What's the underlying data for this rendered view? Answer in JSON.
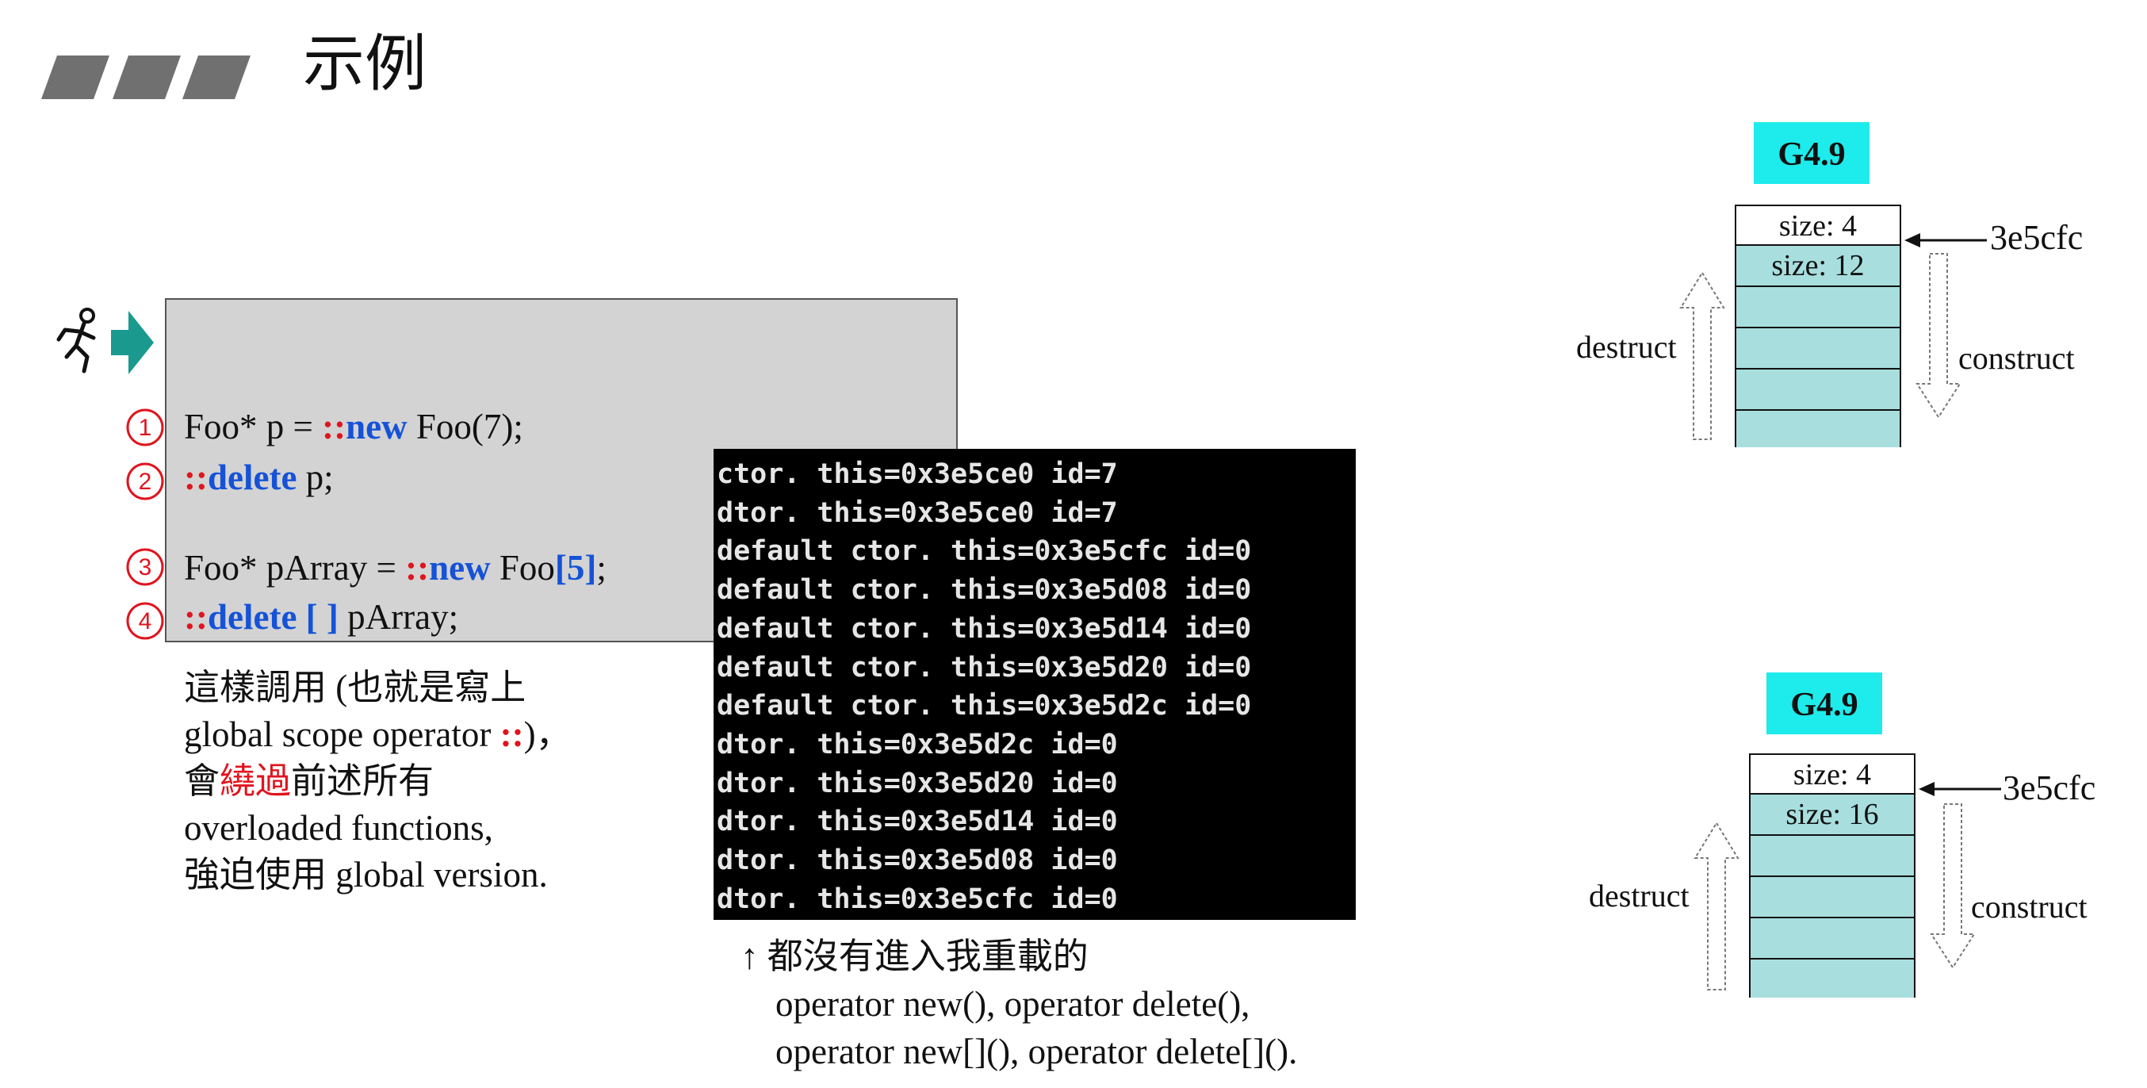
{
  "header": {
    "title": "示例"
  },
  "code": {
    "markers": [
      "1",
      "2",
      "3",
      "4"
    ],
    "line1": {
      "a": "Foo* p = ",
      "scope": "::",
      "kw": "new",
      "b": " Foo(7);"
    },
    "line2": {
      "scope": "::",
      "kw": "delete",
      "b": " p;"
    },
    "line3": {
      "a": "Foo* pArray = ",
      "scope": "::",
      "kw": "new",
      "b": " Foo",
      "bracket": "[5]",
      "c": ";"
    },
    "line4": {
      "scope": "::",
      "kw": "delete",
      "bracket": " [ ]",
      "b": " pArray;"
    }
  },
  "console": {
    "lines": [
      "ctor. this=0x3e5ce0 id=7",
      "dtor. this=0x3e5ce0 id=7",
      "default ctor. this=0x3e5cfc id=0",
      "default ctor. this=0x3e5d08 id=0",
      "default ctor. this=0x3e5d14 id=0",
      "default ctor. this=0x3e5d20 id=0",
      "default ctor. this=0x3e5d2c id=0",
      "dtor. this=0x3e5d2c id=0",
      "dtor. this=0x3e5d20 id=0",
      "dtor. this=0x3e5d14 id=0",
      "dtor. this=0x3e5d08 id=0",
      "dtor. this=0x3e5cfc id=0"
    ]
  },
  "explanation": {
    "l1": "這樣調用 (也就是寫上",
    "l2a": "global scope operator ",
    "l2scope": "::",
    "l2b": ")，",
    "l3a": "會",
    "l3red": "繞過",
    "l3b": "前述所有",
    "l4": "overloaded functions,",
    "l5": "強迫使用 global version."
  },
  "note": {
    "arrow": "↑",
    "l1": "都沒有進入我重載的",
    "l2": "operator new(), operator delete(),",
    "l3": "operator new[](), operator delete[]()."
  },
  "diagrams": [
    {
      "tag": "G4.9",
      "top_cell": "size: 4",
      "second_cell": "size: 12",
      "address": "3e5cfc",
      "left_label": "destruct",
      "right_label": "construct"
    },
    {
      "tag": "G4.9",
      "top_cell": "size: 4",
      "second_cell": "size: 16",
      "address": "3e5cfc",
      "left_label": "destruct",
      "right_label": "construct"
    }
  ],
  "colors": {
    "scope": "#e0141e",
    "keyword": "#1552d8",
    "teal_arrow": "#1a9a8e",
    "tag_cyan": "#1eebeb",
    "cell_fill": "#a8dede",
    "marker_red": "#e0141e"
  }
}
